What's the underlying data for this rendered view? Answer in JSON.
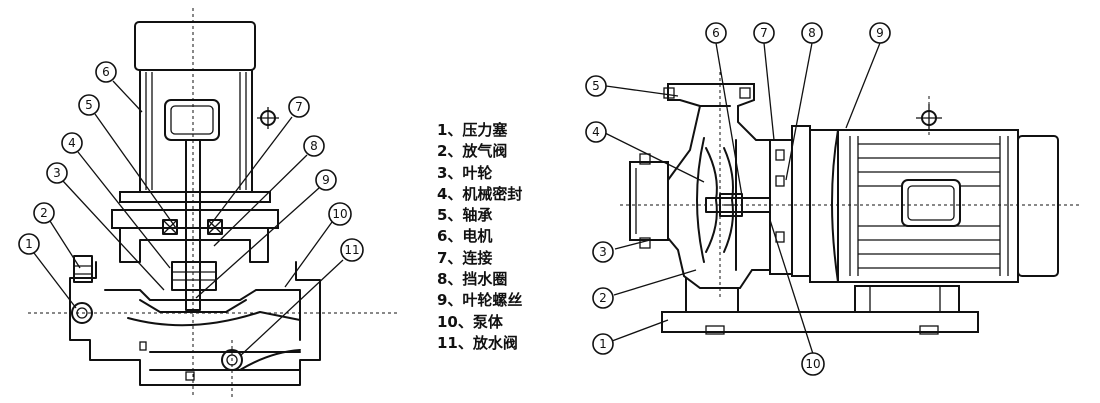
{
  "legend": [
    "1、压力塞",
    "2、放气阀",
    "3、叶轮",
    "4、机械密封",
    "5、轴承",
    "6、电机",
    "7、连接",
    "8、挡水圈",
    "9、叶轮螺丝",
    "10、泵体",
    "11、放水阀"
  ],
  "left_callouts": [
    "1",
    "2",
    "3",
    "4",
    "5",
    "6",
    "7",
    "8",
    "9",
    "10",
    "11"
  ],
  "right_callouts": [
    "1",
    "2",
    "3",
    "4",
    "5",
    "6",
    "7",
    "8",
    "9",
    "10"
  ],
  "colors": {
    "line": "#111111",
    "background": "#ffffff"
  }
}
